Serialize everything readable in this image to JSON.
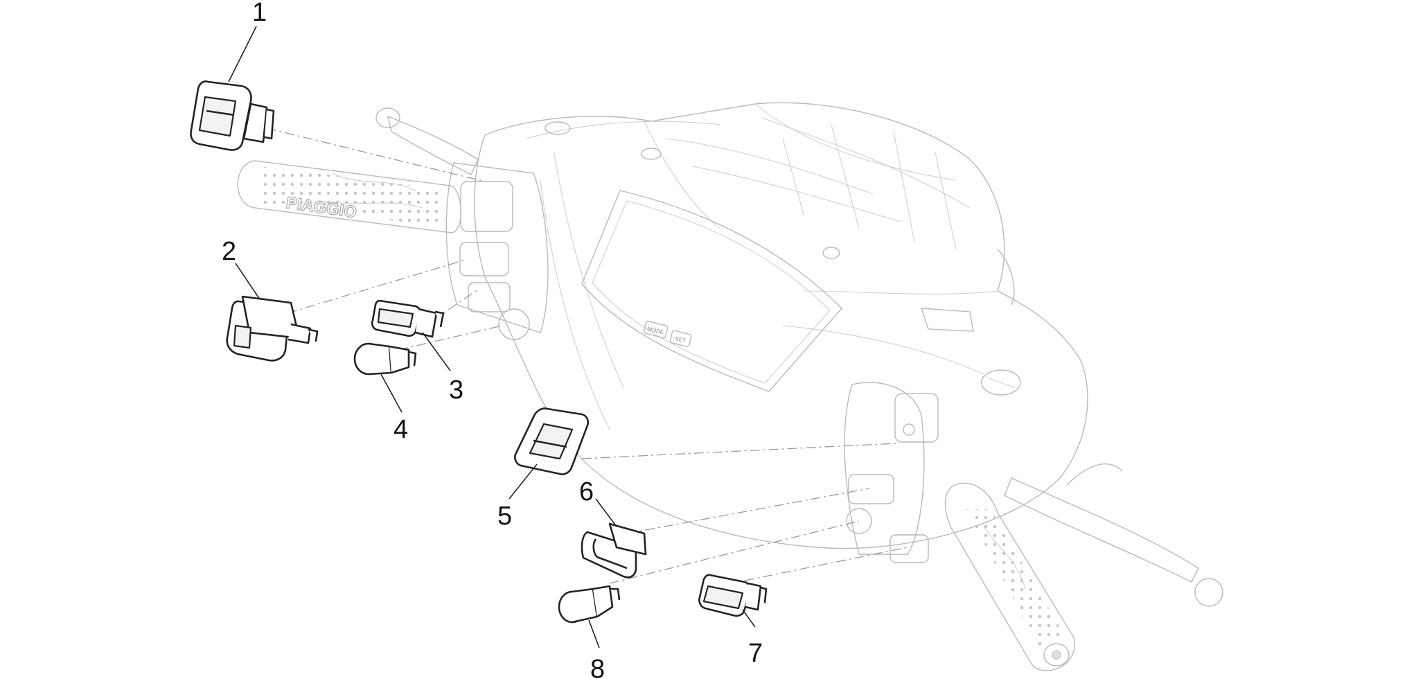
{
  "diagram": {
    "callouts": [
      "1",
      "2",
      "3",
      "4",
      "5",
      "6",
      "7",
      "8"
    ],
    "grip_brand": "PIAGGIO",
    "dash_buttons": [
      "MODE",
      "SET"
    ]
  }
}
